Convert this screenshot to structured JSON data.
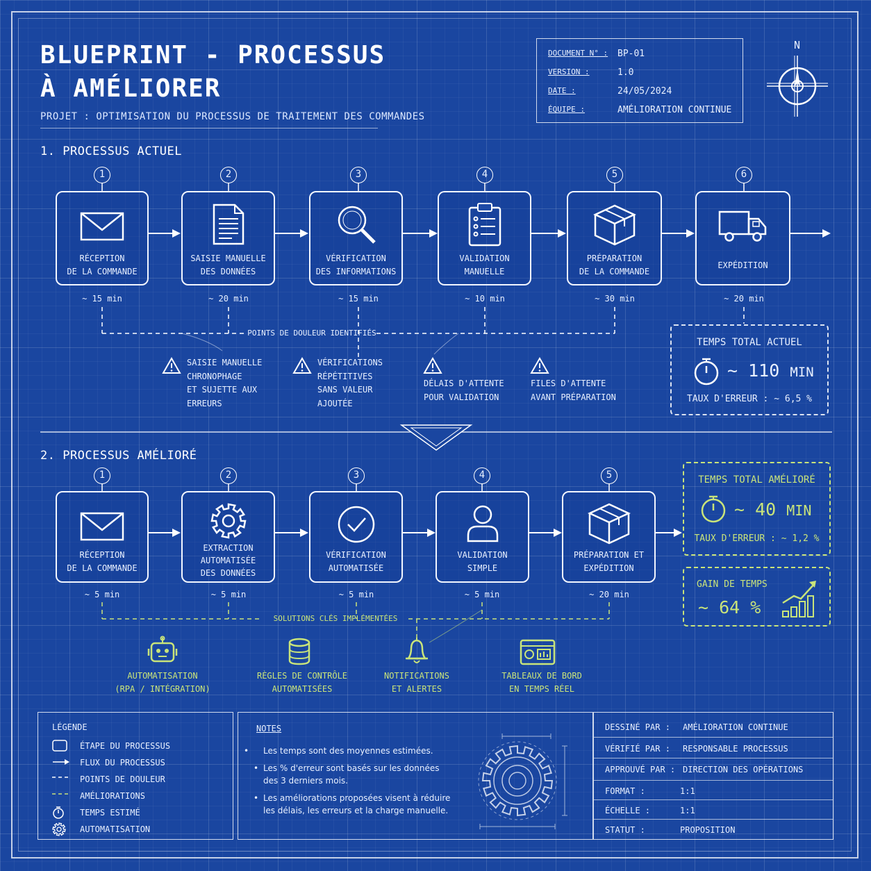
{
  "header": {
    "title_line1": "BLUEPRINT - PROCESSUS",
    "title_line2": "À AMÉLIORER",
    "subtitle": "PROJET : OPTIMISATION DU PROCESSUS DE TRAITEMENT DES COMMANDES",
    "compass_label": "N"
  },
  "doc": {
    "doc_key": "DOCUMENT N° :",
    "doc_val": "BP-01",
    "version_key": "VERSION :",
    "version_val": "1.0",
    "date_key": "DATE :",
    "date_val": "24/05/2024",
    "team_key": "ÉQUIPE :",
    "team_val": "AMÉLIORATION CONTINUE"
  },
  "current": {
    "section_title": "1. PROCESSUS ACTUEL",
    "steps": [
      {
        "num": "1",
        "line1": "RÉCEPTION",
        "line2": "DE LA COMMANDE",
        "time": "~ 15 min",
        "icon": "envelope-icon"
      },
      {
        "num": "2",
        "line1": "SAISIE MANUELLE",
        "line2": "DES DONNÉES",
        "time": "~ 20 min",
        "icon": "document-icon"
      },
      {
        "num": "3",
        "line1": "VÉRIFICATION",
        "line2": "DES INFORMATIONS",
        "time": "~ 15 min",
        "icon": "magnifier-icon"
      },
      {
        "num": "4",
        "line1": "VALIDATION",
        "line2": "MANUELLE",
        "time": "~ 10 min",
        "icon": "clipboard-icon"
      },
      {
        "num": "5",
        "line1": "PRÉPARATION",
        "line2": "DE LA COMMANDE",
        "time": "~ 30 min",
        "icon": "box-icon"
      },
      {
        "num": "6",
        "line1": "EXPÉDITION",
        "line2": "",
        "time": "~ 20 min",
        "icon": "truck-icon"
      }
    ],
    "pain_label": "POINTS DE DOULEUR IDENTIFIÉS",
    "pain_points": [
      [
        "SAISIE MANUELLE",
        "CHRONOPHAGE",
        "ET SUJETTE AUX",
        "ERREURS"
      ],
      [
        "VÉRIFICATIONS",
        "RÉPÉTITIVES",
        "SANS VALEUR",
        "AJOUTÉE"
      ],
      [
        "DÉLAIS D'ATTENTE",
        "POUR VALIDATION"
      ],
      [
        "FILES D'ATTENTE",
        "AVANT PRÉPARATION"
      ]
    ],
    "total_title": "TEMPS TOTAL ACTUEL",
    "total_value": "~ 110",
    "total_unit": "MIN",
    "error_rate": "TAUX D'ERREUR : ~ 6,5 %"
  },
  "improved": {
    "section_title": "2. PROCESSUS AMÉLIORÉ",
    "steps": [
      {
        "num": "1",
        "line1": "RÉCEPTION",
        "line2": "DE LA COMMANDE",
        "line3": "",
        "time": "~ 5 min",
        "icon": "envelope-icon"
      },
      {
        "num": "2",
        "line1": "EXTRACTION",
        "line2": "AUTOMATISÉE",
        "line3": "DES DONNÉES",
        "time": "~ 5 min",
        "icon": "gear-icon"
      },
      {
        "num": "3",
        "line1": "VÉRIFICATION",
        "line2": "AUTOMATISÉE",
        "line3": "",
        "time": "~ 5 min",
        "icon": "check-circle-icon"
      },
      {
        "num": "4",
        "line1": "VALIDATION",
        "line2": "SIMPLE",
        "line3": "",
        "time": "~ 5 min",
        "icon": "user-icon"
      },
      {
        "num": "5",
        "line1": "PRÉPARATION ET",
        "line2": "EXPÉDITION",
        "line3": "",
        "time": "~ 20 min",
        "icon": "box-icon"
      }
    ],
    "solutions_label": "SOLUTIONS CLÉS IMPLÉMENTÉES",
    "solutions": [
      {
        "line1": "AUTOMATISATION",
        "line2": "(RPA / INTÉGRATION)",
        "icon": "robot-icon"
      },
      {
        "line1": "RÈGLES DE CONTRÔLE",
        "line2": "AUTOMATISÉES",
        "icon": "database-icon"
      },
      {
        "line1": "NOTIFICATIONS",
        "line2": "ET ALERTES",
        "icon": "bell-icon"
      },
      {
        "line1": "TABLEAUX DE BORD",
        "line2": "EN TEMPS RÉEL",
        "icon": "dashboard-icon"
      }
    ],
    "total_title": "TEMPS TOTAL AMÉLIORÉ",
    "total_value": "~ 40",
    "total_unit": "MIN",
    "error_rate": "TAUX D'ERREUR : ~ 1,2 %",
    "gain_title": "GAIN DE TEMPS",
    "gain_value": "~ 64 %"
  },
  "legend": {
    "title": "LÉGENDE",
    "items": [
      "ÉTAPE DU PROCESSUS",
      "FLUX DU PROCESSUS",
      "POINTS DE DOULEUR",
      "AMÉLIORATIONS",
      "TEMPS ESTIMÉ",
      "AUTOMATISATION"
    ]
  },
  "notes": {
    "title": "NOTES",
    "items": [
      [
        "Les temps sont des moyennes estimées."
      ],
      [
        "Les % d'erreur sont basés sur les données",
        "des 3 derniers mois."
      ],
      [
        "Les améliorations proposées visent à réduire",
        "les délais, les erreurs et la charge manuelle."
      ]
    ]
  },
  "title_block": {
    "rows": [
      {
        "k": "DESSINÉ PAR :",
        "v": "AMÉLIORATION CONTINUE"
      },
      {
        "k": "VÉRIFIÉ PAR :",
        "v": "RESPONSABLE PROCESSUS"
      },
      {
        "k": "APPROUVÉ PAR :",
        "v": "DIRECTION DES OPÉRATIONS"
      },
      {
        "k": "FORMAT :",
        "v": "1:1"
      },
      {
        "k": "ÉCHELLE :",
        "v": "1:1"
      },
      {
        "k": "STATUT :",
        "v": "PROPOSITION"
      }
    ]
  },
  "colors": {
    "background": "#1a46a0",
    "line": "#f2f6ff",
    "improvement": "#c9e47a"
  }
}
